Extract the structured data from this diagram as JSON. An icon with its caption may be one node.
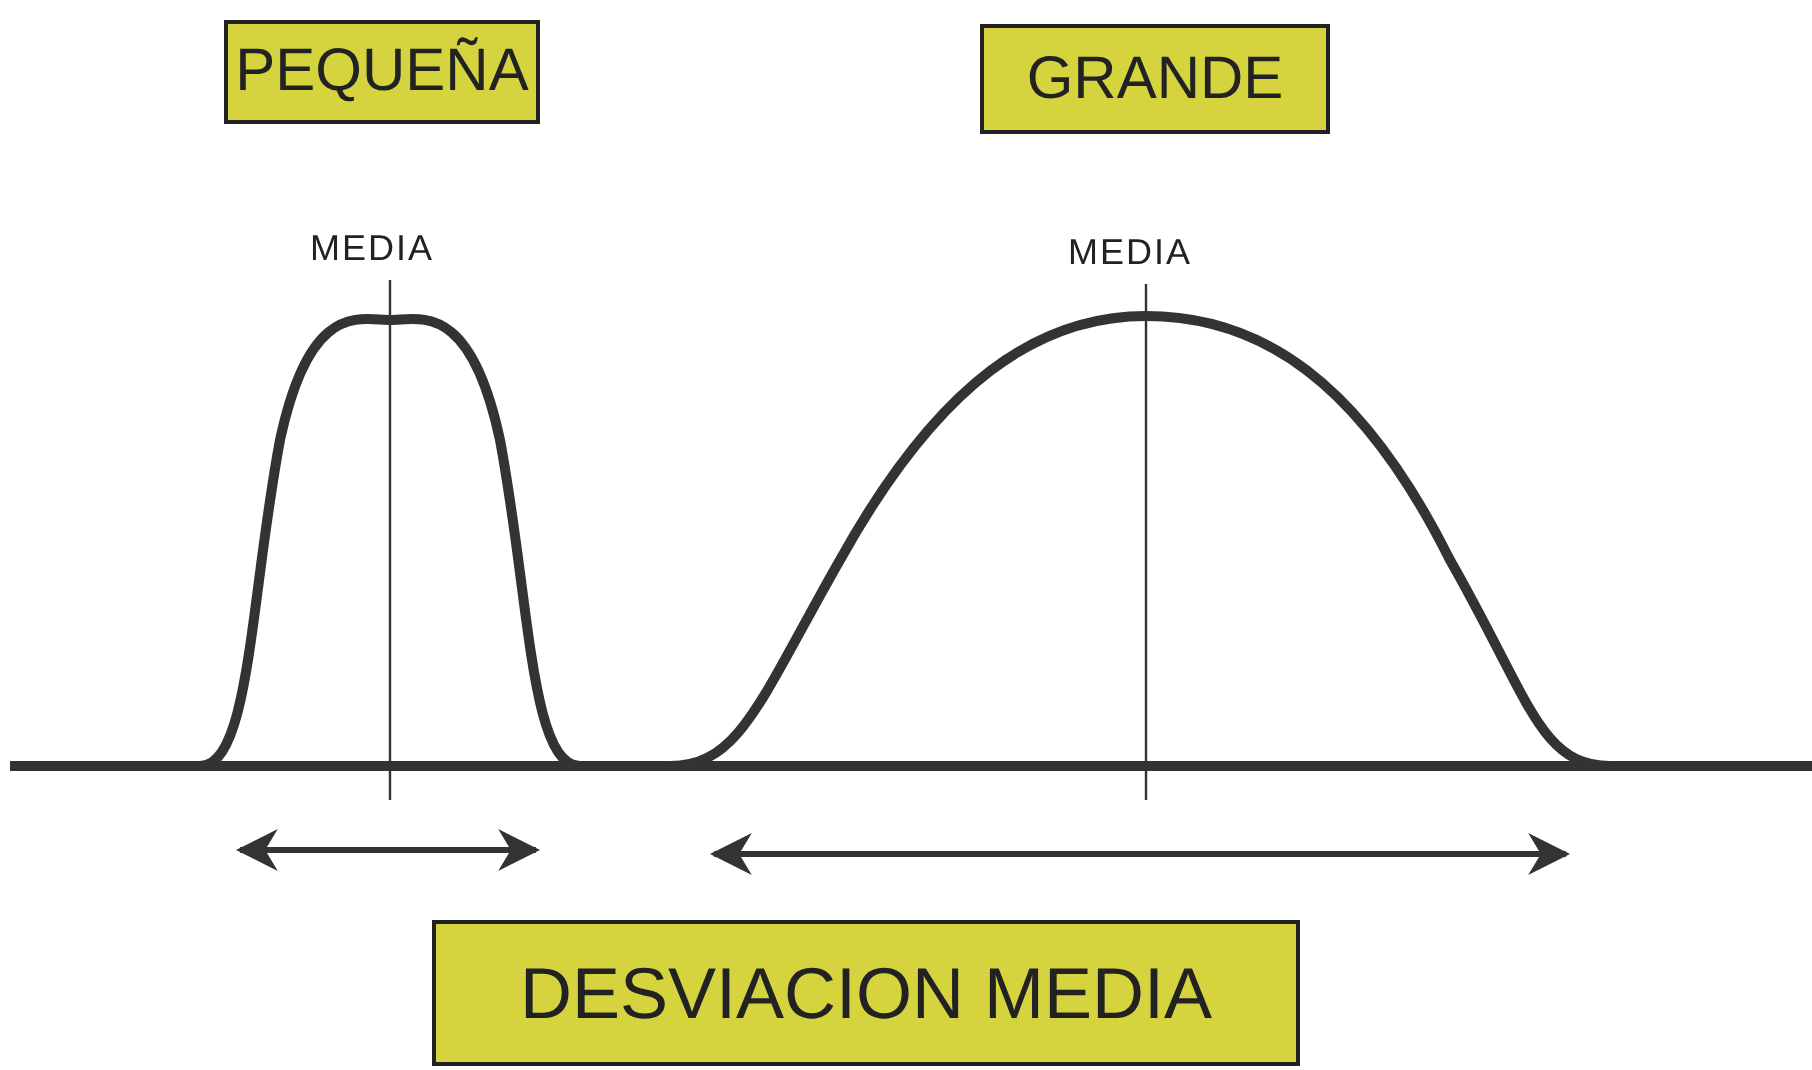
{
  "diagram": {
    "nodes": [
      {
        "text": [
          "PEQUEÑA"
        ]
      },
      {
        "text": [
          "GRANDE"
        ]
      },
      {
        "text": [
          "DESVIACION MEDIA"
        ]
      }
    ],
    "labels": [
      "MEDIA",
      "MEDIA"
    ]
  }
}
